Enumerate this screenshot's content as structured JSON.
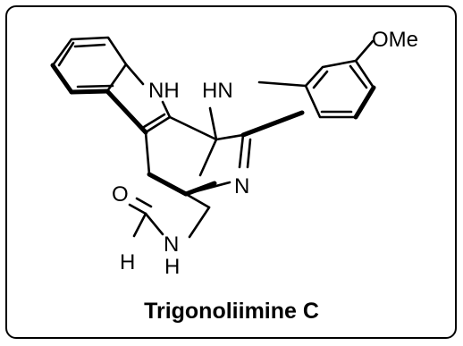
{
  "compound": {
    "name": "Trigonoliimine C"
  },
  "atoms": {
    "indole_nh": "NH",
    "aryl_hn": "HN",
    "methoxy": "OMe",
    "imine_n": "N",
    "carbonyl_o": "O",
    "aldehyde_h": "H",
    "amide_n": "N",
    "amide_h": "H"
  }
}
